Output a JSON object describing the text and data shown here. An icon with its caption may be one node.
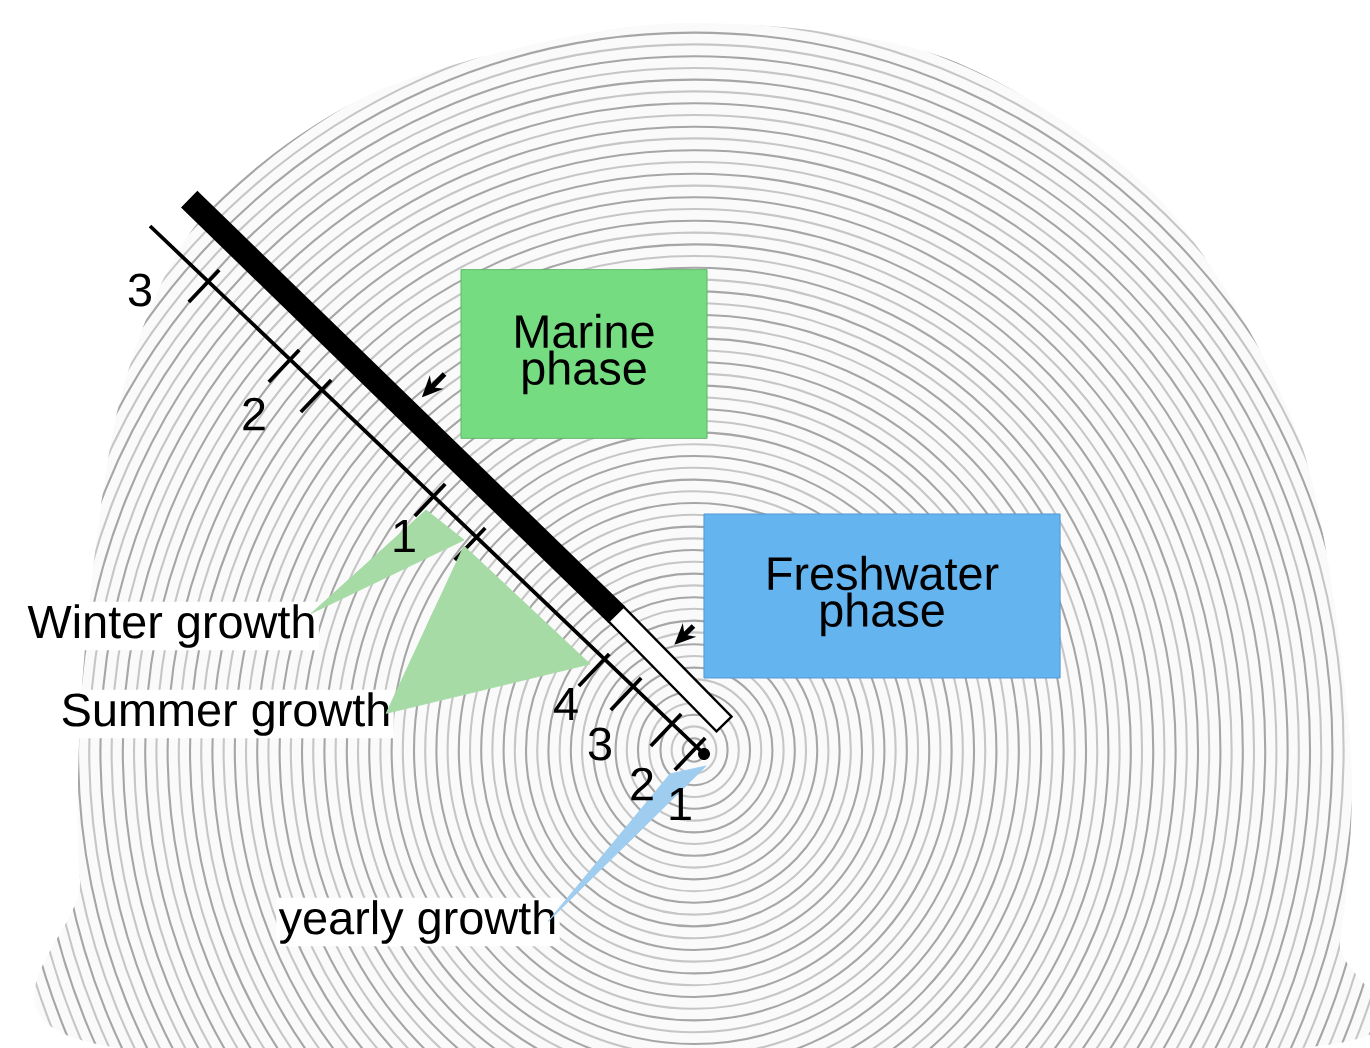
{
  "diagram": {
    "nodes": [
      {
        "text": [
          "Marine phase"
        ]
      },
      {
        "text": [],
        "shape": "bar"
      },
      {
        "text": [
          "Freshwater phase"
        ]
      },
      {
        "text": [],
        "shape": "bar"
      },
      {
        "text": [
          "Winter growth"
        ]
      },
      {
        "text": [
          "Summer growth"
        ]
      },
      {
        "text": [
          "yearly growth"
        ]
      }
    ],
    "edges": [
      {
        "from": 0,
        "to": 1,
        "arrow": "to"
      },
      {
        "from": 2,
        "to": 3,
        "arrow": "to"
      },
      {
        "from": 4,
        "to": null,
        "arrow": "both",
        "color": "#a6dba6"
      },
      {
        "from": 5,
        "to": null,
        "arrow": "both",
        "color": "#a6dba6"
      },
      {
        "from": 6,
        "to": null,
        "arrow": "both",
        "color": "#9fcdf0"
      }
    ],
    "labels": [
      "3",
      "2",
      "1",
      "4",
      "3",
      "2",
      "1"
    ]
  }
}
